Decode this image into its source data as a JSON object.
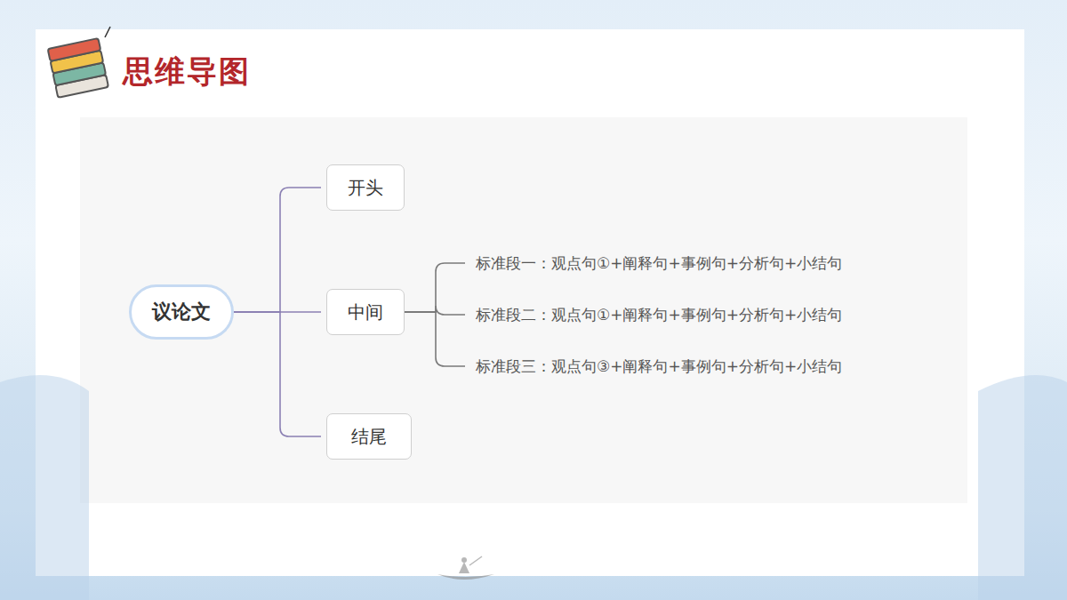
{
  "diagram": {
    "title": "思维导图",
    "nodes": [
      {
        "text": [
          "议论文"
        ]
      },
      {
        "text": [
          "开头"
        ]
      },
      {
        "text": [
          "中间"
        ]
      },
      {
        "text": [
          "结尾"
        ]
      },
      {
        "text": [
          "标准段一：观点句①+阐释句+事例句+分析句+小结句"
        ]
      },
      {
        "text": [
          "标准段二：观点句①+阐释句+事例句+分析句+小结句"
        ]
      },
      {
        "text": [
          "标准段三：观点句③+阐释句+事例句+分析句+小结句"
        ]
      }
    ],
    "edges": [
      {
        "from": 0,
        "to": 1,
        "arrow": "none"
      },
      {
        "from": 0,
        "to": 2,
        "arrow": "none"
      },
      {
        "from": 0,
        "to": 3,
        "arrow": "none"
      },
      {
        "from": 2,
        "to": 4,
        "arrow": "none"
      },
      {
        "from": 2,
        "to": 5,
        "arrow": "none"
      },
      {
        "from": 2,
        "to": 6,
        "arrow": "none"
      }
    ]
  }
}
